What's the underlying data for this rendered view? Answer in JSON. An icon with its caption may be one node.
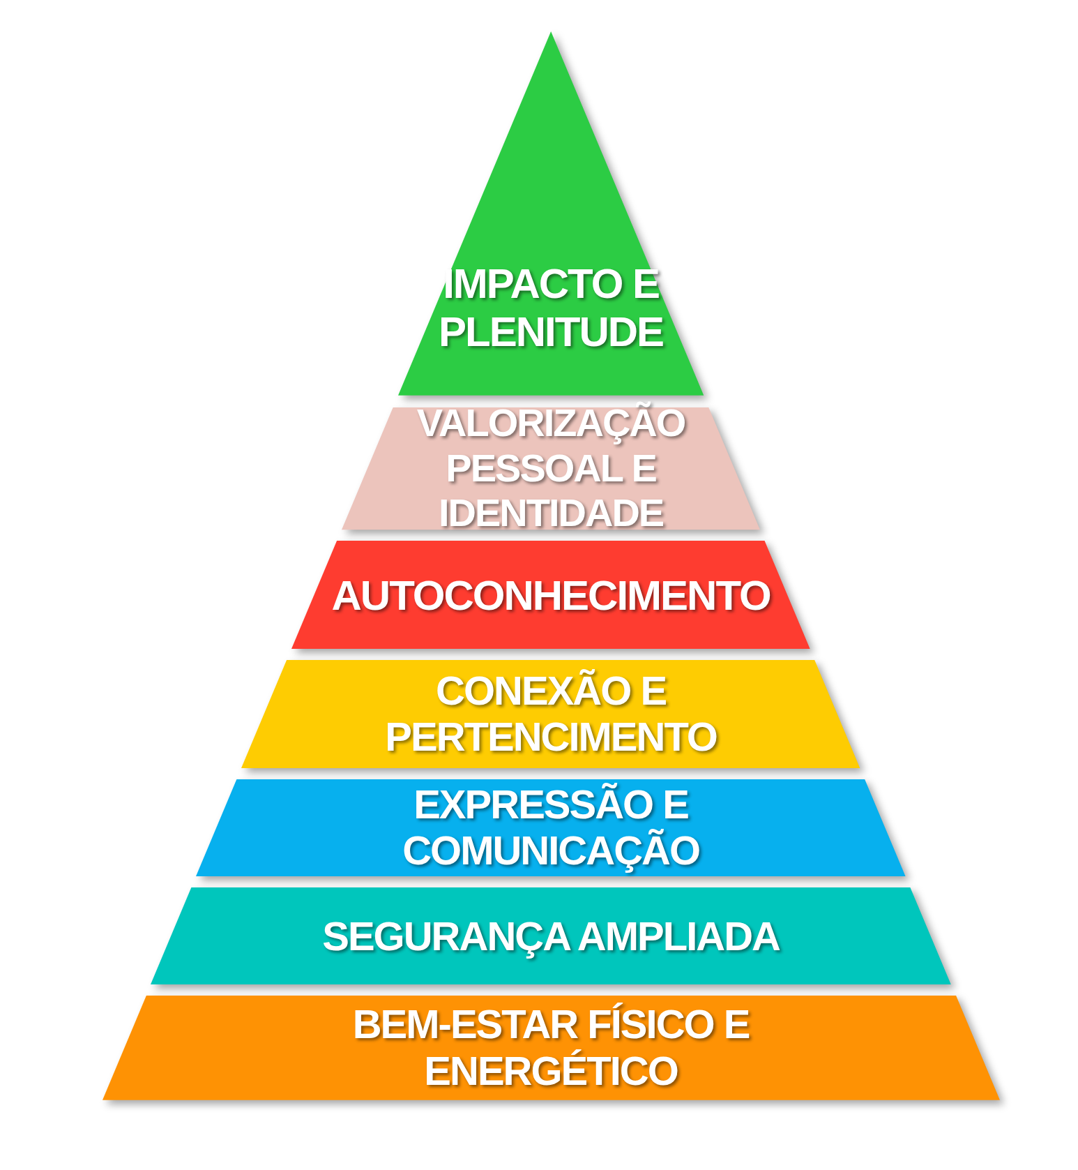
{
  "diagram": {
    "nodes": [
      {
        "text": [
          "IMPACTO E PLENITUDE"
        ]
      },
      {
        "text": [
          "VALORIZAÇÃO PESSOAL E IDENTIDADE"
        ]
      },
      {
        "text": [
          "AUTOCONHECIMENTO"
        ]
      },
      {
        "text": [
          "CONEXÃO E PERTENCIMENTO"
        ]
      },
      {
        "text": [
          "EXPRESSÃO E COMUNICAÇÃO"
        ]
      },
      {
        "text": [
          "SEGURANÇA AMPLIADA"
        ]
      },
      {
        "text": [
          "BEM-ESTAR FÍSICO E ENERGÉTICO"
        ]
      }
    ]
  }
}
